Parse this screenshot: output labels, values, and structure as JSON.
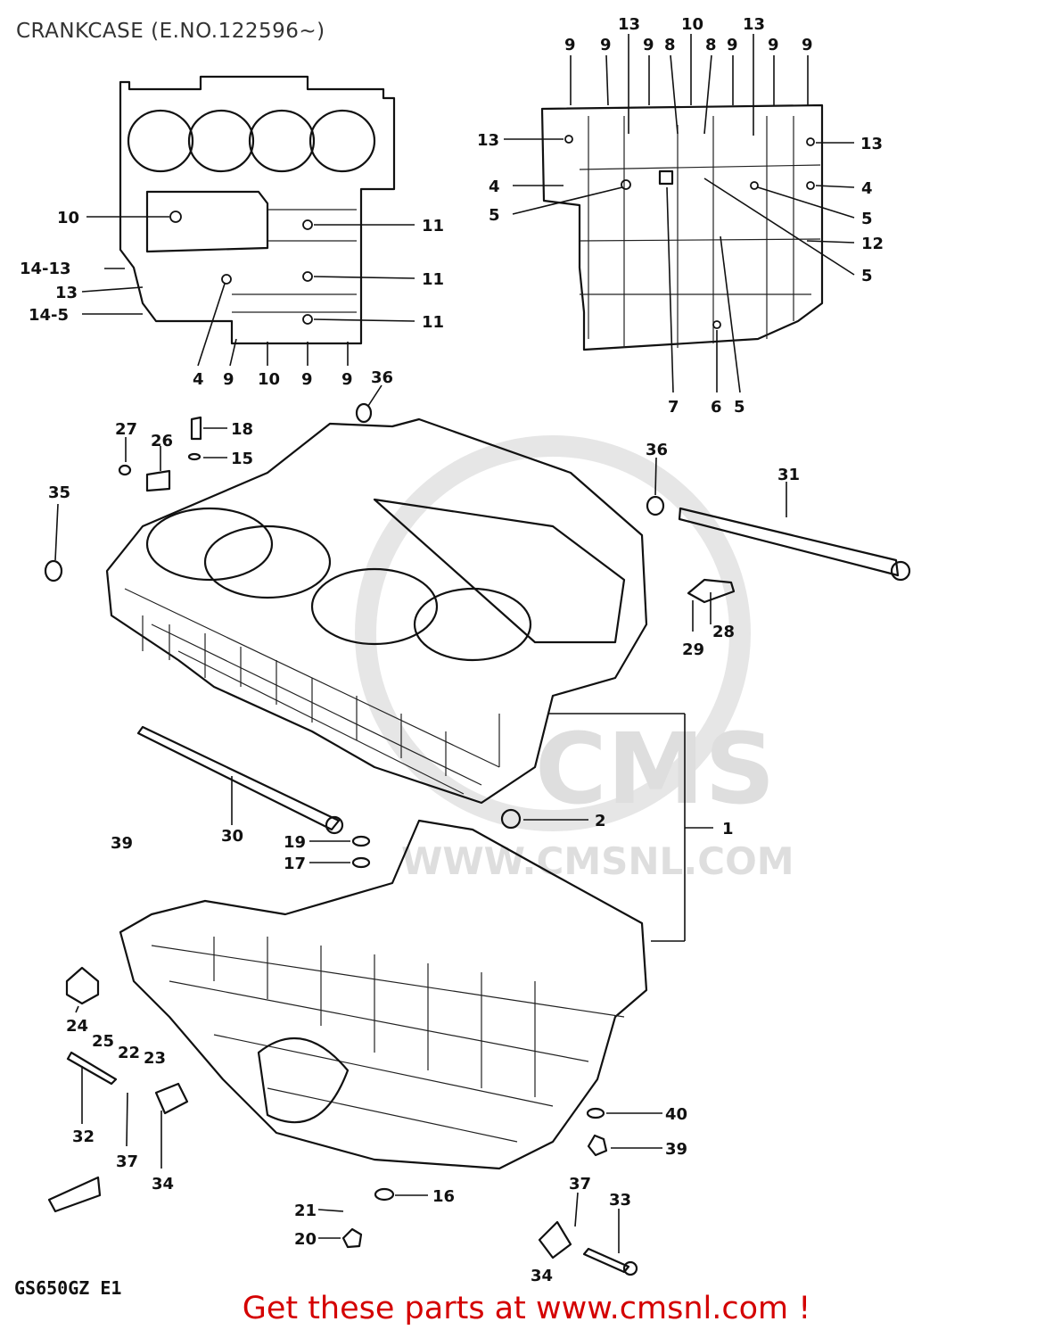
{
  "header": {
    "title": "CRANKCASE (E.NO.122596~)"
  },
  "footer": {
    "model_code": "GS650GZ E1",
    "promo": "Get these parts at www.cmsnl.com !"
  },
  "watermark": {
    "logo_text": "CMS",
    "url_text": "WWW.CMSNL.COM"
  },
  "callouts": {
    "top_left": [
      "10",
      "11",
      "11",
      "11",
      "14-13",
      "13",
      "14-5",
      "4",
      "9",
      "10",
      "9",
      "9"
    ],
    "top_right": [
      "9",
      "9",
      "13",
      "9",
      "8",
      "10",
      "8",
      "9",
      "13",
      "9",
      "9",
      "13",
      "13",
      "4",
      "4",
      "5",
      "5",
      "12",
      "5",
      "7",
      "6",
      "5"
    ],
    "main": [
      "36",
      "27",
      "26",
      "18",
      "15",
      "35",
      "36",
      "31",
      "28",
      "29",
      "30",
      "19",
      "17",
      "2",
      "1",
      "39",
      "24",
      "25",
      "22",
      "23",
      "32",
      "37",
      "34",
      "40",
      "39",
      "16",
      "21",
      "20",
      "37",
      "33",
      "34"
    ]
  },
  "colors": {
    "line": "#111111",
    "title": "#333333",
    "promo": "#d40000",
    "watermark": "#d9d9d9"
  }
}
